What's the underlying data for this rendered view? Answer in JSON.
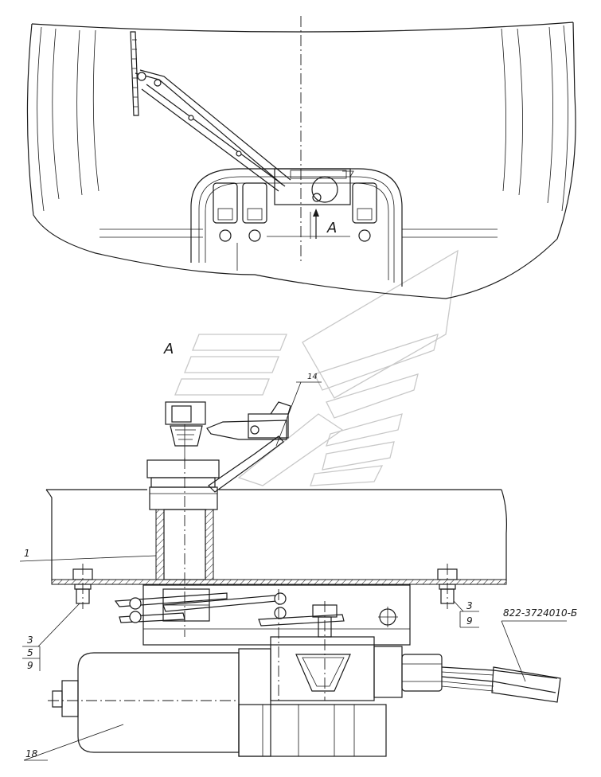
{
  "view_label": "A",
  "arrow_label": "A",
  "callouts": {
    "p1": "1",
    "p14": "14",
    "p18": "18",
    "left_stack": [
      "3",
      "5",
      "9"
    ],
    "right_stack": [
      "3",
      "9"
    ]
  },
  "part_number": "822-3724010-Б"
}
